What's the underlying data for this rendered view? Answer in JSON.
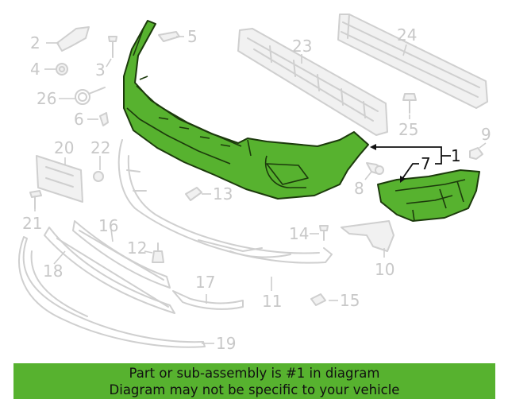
{
  "callouts": {
    "c1": "1",
    "c2": "2",
    "c3": "3",
    "c4": "4",
    "c5": "5",
    "c6": "6",
    "c7": "7",
    "c8": "8",
    "c9": "9",
    "c10": "10",
    "c11": "11",
    "c12": "12",
    "c13": "13",
    "c14": "14",
    "c15": "15",
    "c16": "16",
    "c17": "17",
    "c18": "18",
    "c19": "19",
    "c20": "20",
    "c21": "21",
    "c22": "22",
    "c23": "23",
    "c24": "24",
    "c25": "25",
    "c26": "26"
  },
  "highlighted_part": "1",
  "colors": {
    "highlight": "#57b22f",
    "outline": "#1c3a0c",
    "muted": "#c8c8c8"
  },
  "banner": {
    "line1": "Part or sub-assembly is #1 in diagram",
    "line2": "Diagram may not be specific to your vehicle"
  }
}
